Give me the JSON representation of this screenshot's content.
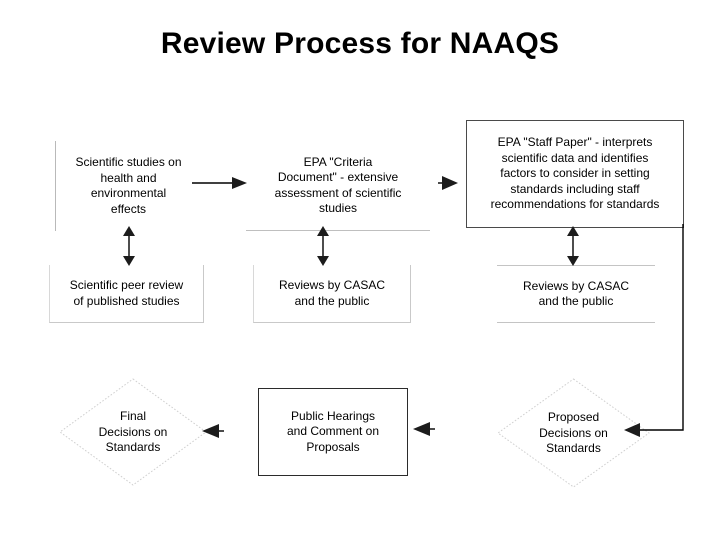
{
  "slide": {
    "title": "Review Process for NAAQS",
    "background_color": "#ffffff",
    "text_color": "#000000"
  },
  "diagram": {
    "type": "flowchart",
    "nodes": [
      {
        "id": "scientific-studies",
        "shape": "rectangle",
        "label": "Scientific studies on health and environmental effects",
        "lines": [
          "Scientific studies on",
          "health and",
          "environmental",
          "effects"
        ],
        "row": "top",
        "column": "left"
      },
      {
        "id": "criteria-document",
        "shape": "rectangle",
        "label": "EPA \"Criteria Document\" - extensive assessment of scientific studies",
        "lines": [
          "EPA \"Criteria",
          "Document\" - extensive",
          "assessment of scientific",
          "studies"
        ],
        "row": "top",
        "column": "center"
      },
      {
        "id": "staff-paper",
        "shape": "rectangle",
        "label": "EPA \"Staff Paper\" - interprets scientific data and identifies factors to consider in setting standards including staff recommendations for standards",
        "lines": [
          "EPA \"Staff Paper\" - interprets",
          "scientific data and identifies",
          "factors to consider in setting",
          "standards including staff",
          "recommendations for standards"
        ],
        "row": "top",
        "column": "right"
      },
      {
        "id": "peer-review",
        "shape": "rectangle",
        "label": "Scientific peer review of published studies",
        "lines": [
          "Scientific peer review",
          "of published studies"
        ],
        "row": "middle",
        "column": "left"
      },
      {
        "id": "casac-review-center",
        "shape": "rectangle",
        "label": "Reviews by CASAC and the public",
        "lines": [
          "Reviews by CASAC",
          "and the public"
        ],
        "row": "middle",
        "column": "center"
      },
      {
        "id": "casac-review-right",
        "shape": "rectangle",
        "label": "Reviews by CASAC and the public",
        "lines": [
          "Reviews by CASAC",
          "and the public"
        ],
        "row": "middle",
        "column": "right"
      },
      {
        "id": "final-decisions",
        "shape": "diamond",
        "label": "Final Decisions on Standards",
        "lines": [
          "Final",
          "Decisions on",
          "Standards"
        ],
        "row": "bottom",
        "column": "left"
      },
      {
        "id": "public-hearings",
        "shape": "rectangle",
        "label": "Public Hearings and Comment on Proposals",
        "lines": [
          "Public Hearings",
          "and Comment on",
          "Proposals"
        ],
        "row": "bottom",
        "column": "center"
      },
      {
        "id": "proposed-decisions",
        "shape": "diamond",
        "label": "Proposed Decisions on Standards",
        "lines": [
          "Proposed",
          "Decisions on",
          "Standards"
        ],
        "row": "bottom",
        "column": "right"
      }
    ],
    "connectors": [
      {
        "id": "studies-to-criteria",
        "from": "scientific-studies",
        "to": "criteria-document",
        "direction": "right",
        "style": "single-arrow"
      },
      {
        "id": "criteria-to-staffpaper",
        "from": "criteria-document",
        "to": "staff-paper",
        "direction": "right",
        "style": "single-arrow"
      },
      {
        "id": "studies-peerreview",
        "from": "scientific-studies",
        "to": "peer-review",
        "direction": "both",
        "style": "double-arrow"
      },
      {
        "id": "criteria-casac",
        "from": "criteria-document",
        "to": "casac-review-center",
        "direction": "both",
        "style": "double-arrow"
      },
      {
        "id": "staffpaper-casac",
        "from": "staff-paper",
        "to": "casac-review-right",
        "direction": "both",
        "style": "double-arrow"
      },
      {
        "id": "staffpaper-to-proposed",
        "from": "staff-paper",
        "to": "proposed-decisions",
        "direction": "left",
        "style": "elbow-arrow"
      },
      {
        "id": "proposed-to-hearings",
        "from": "proposed-decisions",
        "to": "public-hearings",
        "direction": "left",
        "style": "single-arrow"
      },
      {
        "id": "hearings-to-final",
        "from": "public-hearings",
        "to": "final-decisions",
        "direction": "left",
        "style": "single-arrow"
      }
    ]
  }
}
